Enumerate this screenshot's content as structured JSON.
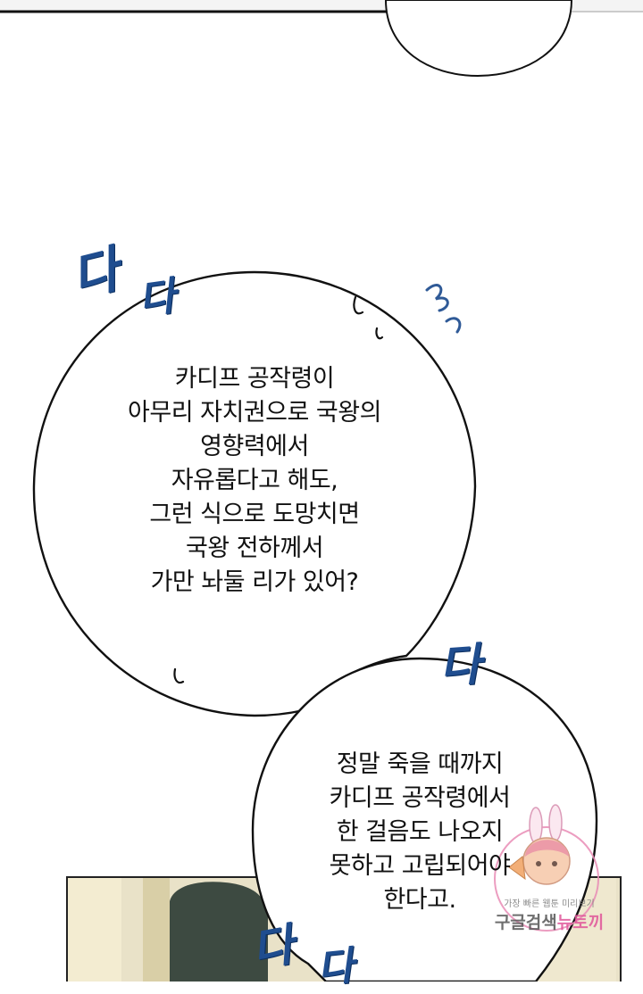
{
  "bubble_1": {
    "lines": [
      "카디프 공작령이",
      "아무리 자치권으로 국왕의",
      "영향력에서",
      "자유롭다고 해도,",
      "그런 식으로 도망치면",
      "국왕 전하께서",
      "가만 놔둘 리가 있어?"
    ]
  },
  "bubble_2": {
    "lines": [
      "정말 죽을 때까지",
      "카디프 공작령에서",
      "한 걸음도 나오지",
      "못하고 고립되어야",
      "한다고."
    ]
  },
  "sfx": [
    "다",
    "다",
    "다",
    "다",
    "다"
  ],
  "watermark": {
    "small_text": "가장 빠른 웹툰 미리보기",
    "brand_left": "구글검색",
    "brand_right": "뉴토끼"
  }
}
